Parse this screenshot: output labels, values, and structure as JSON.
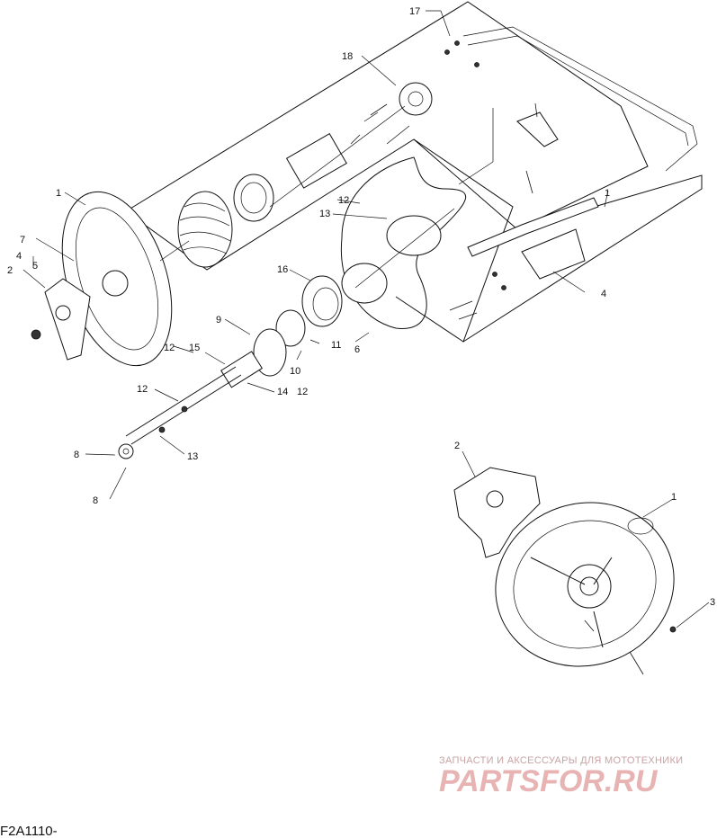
{
  "callouts": {
    "c17": "17",
    "c18": "18",
    "c1a": "1",
    "c1b": "1",
    "c1c": "1",
    "c12a": "12",
    "c13a": "13",
    "c7": "7",
    "c4a": "4",
    "c5": "5",
    "c2a": "2",
    "c16": "16",
    "c9": "9",
    "c11": "11",
    "c6": "6",
    "c12b": "12",
    "c15": "15",
    "c10": "10",
    "c14_12": "14",
    "c12c": "12",
    "c12d": "12",
    "c13b": "13",
    "c8a": "8",
    "c8b": "8",
    "c4b": "4",
    "c2b": "2",
    "c3": "3"
  },
  "watermark": {
    "tagline": "ЗАПЧАСТИ И АКСЕССУАРЫ ДЛЯ МОТОТЕХНИКИ",
    "brand": "PARTSFOR.RU"
  },
  "drawing_code": "F2A1110-"
}
